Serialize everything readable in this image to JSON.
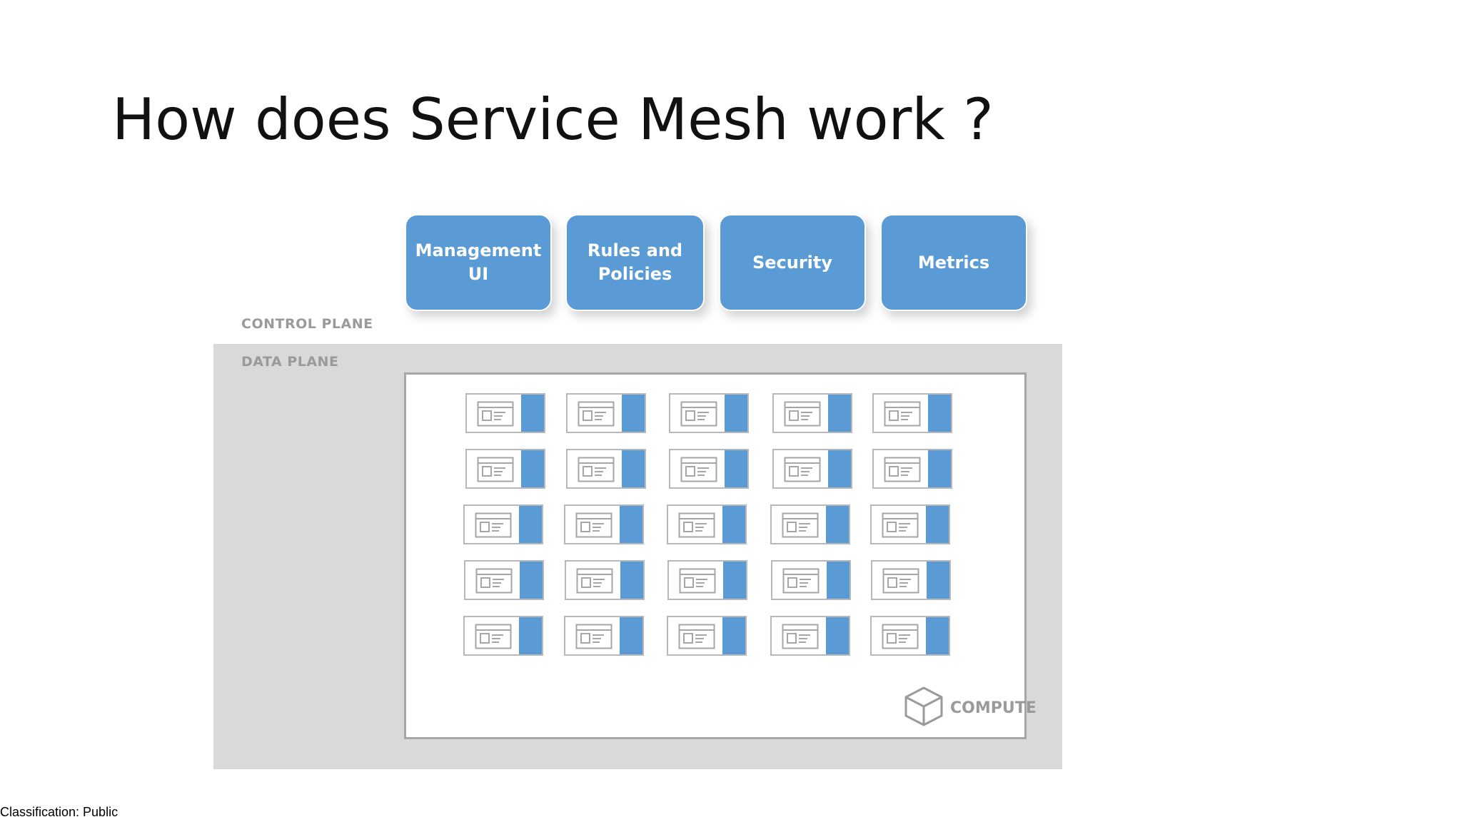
{
  "slide": {
    "title": "How does Service Mesh work ?",
    "footer": "Classification: Public"
  },
  "control_plane": {
    "label": "CONTROL PLANE",
    "components": [
      {
        "label": "Management\nUI"
      },
      {
        "label": "Rules and\nPolicies"
      },
      {
        "label": "Security"
      },
      {
        "label": "Metrics"
      }
    ]
  },
  "data_plane": {
    "label": "DATA PLANE",
    "compute_label": "COMPUTE",
    "grid": {
      "rows": 5,
      "columns": 5
    }
  },
  "colors": {
    "accent_blue": "#5b9bd5",
    "plane_gray": "#d9d9d9",
    "label_gray": "#9a9a9a"
  },
  "icons": {
    "service": "service-window-icon",
    "sidecar": "sidecar-proxy",
    "compute": "cube-icon"
  }
}
